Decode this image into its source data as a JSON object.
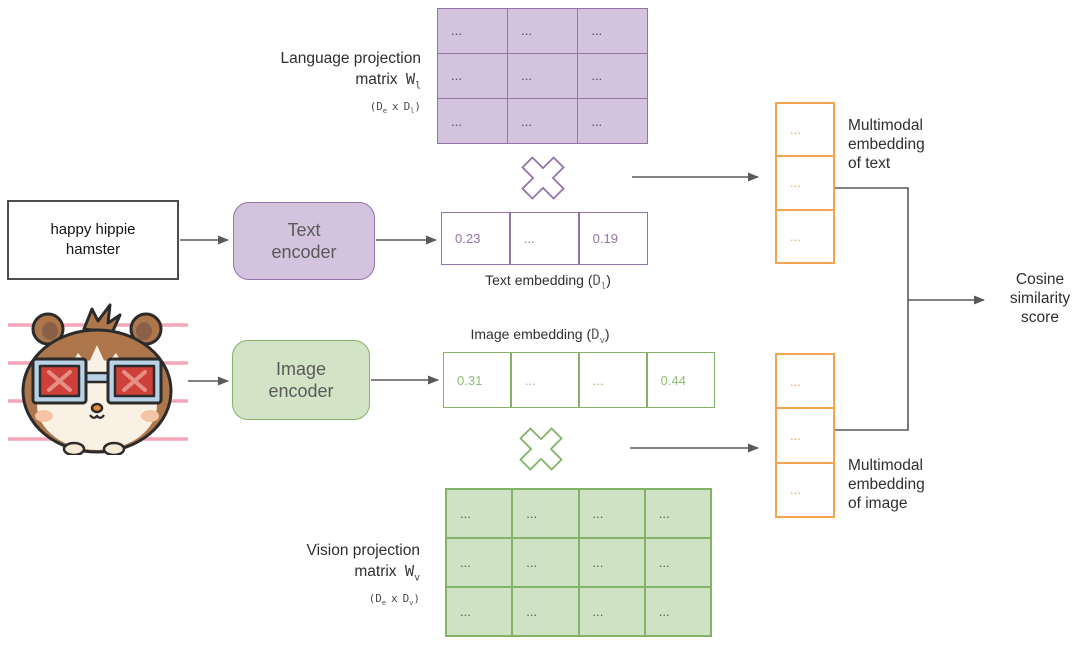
{
  "colors": {
    "purple": "#9673a6",
    "purple_fill": "#d3c3de",
    "green": "#82b366",
    "green_fill": "#d2e3c6",
    "green_value": "#8fbe77",
    "orange": "#f2a44e",
    "line_gray": "#595959",
    "text_dark": "#2f2f2f"
  },
  "icons": {
    "multiply_text": "multiply-cross",
    "multiply_image": "multiply-cross",
    "connectors": "arrow-right",
    "picture": "hamster-cartoon-with-glasses"
  },
  "text_input": {
    "lines": [
      "happy hippie",
      "hamster"
    ]
  },
  "encoders": {
    "text_lines": [
      "Text",
      "encoder"
    ],
    "image_lines": [
      "Image",
      "encoder"
    ]
  },
  "language_projection": {
    "title": "Language projection",
    "matrix_word": "matrix",
    "weight_var": "W",
    "weight_sub": "l",
    "dim_open": "(D",
    "dim_sub1": "e",
    "dim_times": "x",
    "dim_d2": "D",
    "dim_sub2": "l",
    "dim_close": ")"
  },
  "vision_projection": {
    "title": "Vision projection",
    "matrix_word": "matrix",
    "weight_var": "W",
    "weight_sub": "v",
    "dim_open": "(D",
    "dim_sub1": "e",
    "dim_times": "x",
    "dim_d2": "D",
    "dim_sub2": "v",
    "dim_close": ")"
  },
  "language_matrix_cell": "...",
  "vision_matrix_cell": "...",
  "text_embedding": {
    "cells": [
      "0.23",
      "...",
      "0.19"
    ],
    "label_prefix": "Text embedding (",
    "label_var": "D",
    "label_sub": "l",
    "label_close": ")"
  },
  "image_embedding": {
    "cells": [
      "0.31",
      "...",
      "...",
      "0.44"
    ],
    "label_prefix": "Image embedding (",
    "label_var": "D",
    "label_sub": "v",
    "label_close": ")"
  },
  "multimodal_text": {
    "cells": [
      "...",
      "...",
      "..."
    ],
    "label_lines": [
      "Multimodal",
      "embedding",
      "of text"
    ]
  },
  "multimodal_image": {
    "cells": [
      "...",
      "...",
      "..."
    ],
    "label_lines": [
      "Multimodal",
      "embedding",
      "of image"
    ]
  },
  "cosine": {
    "label_lines": [
      "Cosine",
      "similarity",
      "score"
    ]
  }
}
